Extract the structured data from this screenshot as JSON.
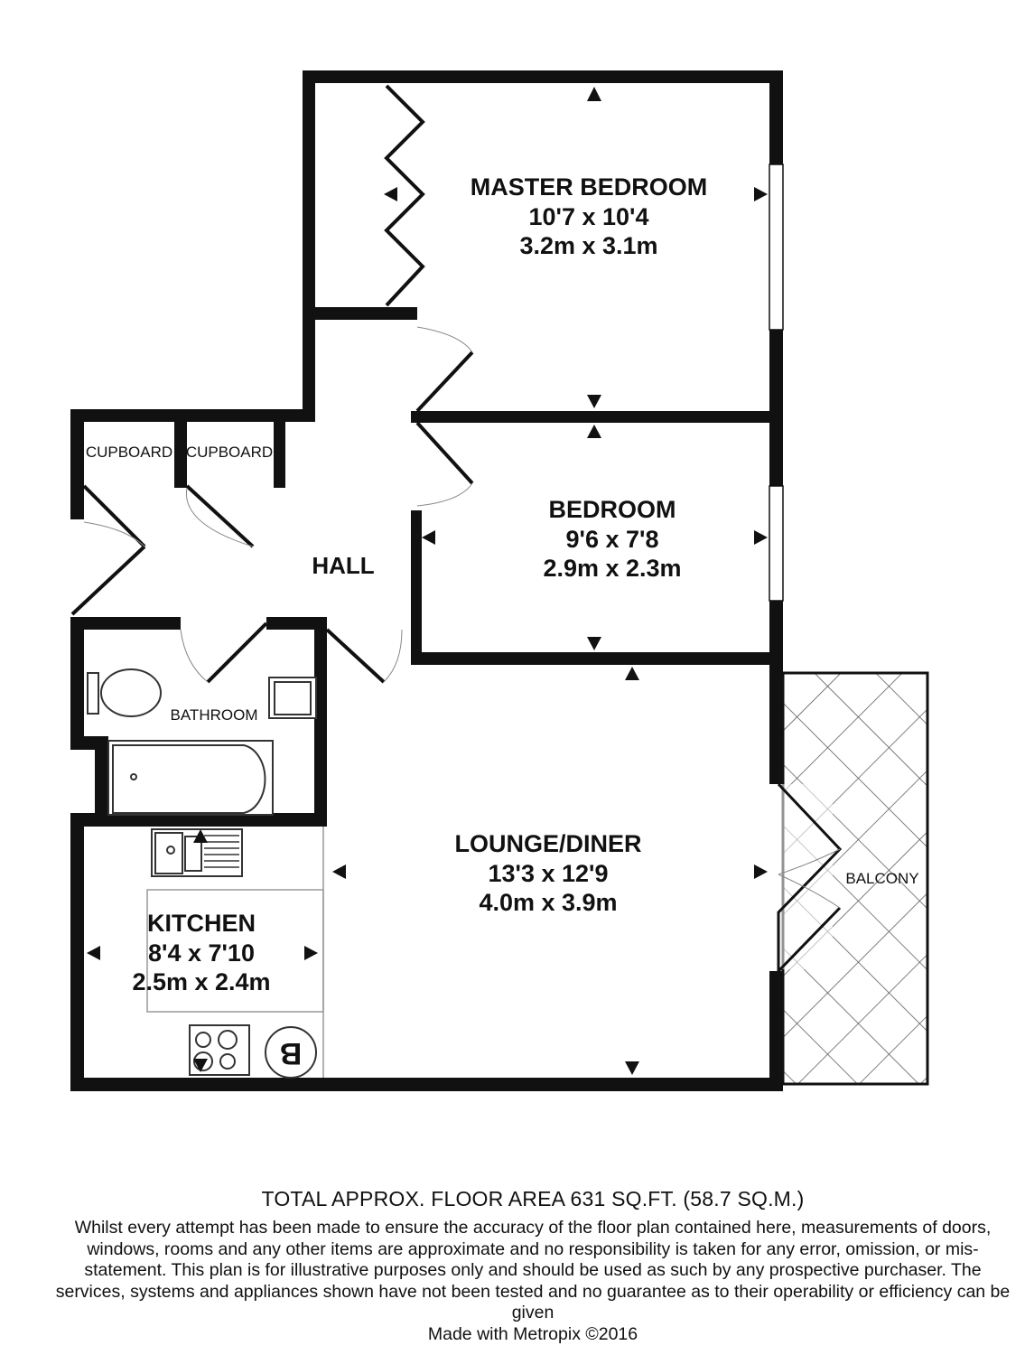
{
  "rooms": {
    "master_bedroom": {
      "name": "MASTER BEDROOM",
      "imperial": "10'7 x 10'4",
      "metric": "3.2m x 3.1m"
    },
    "bedroom": {
      "name": "BEDROOM",
      "imperial": "9'6 x 7'8",
      "metric": "2.9m x 2.3m"
    },
    "lounge": {
      "name": "LOUNGE/DINER",
      "imperial": "13'3 x 12'9",
      "metric": "4.0m x 3.9m"
    },
    "kitchen": {
      "name": "KITCHEN",
      "imperial": "8'4 x 7'10",
      "metric": "2.5m x 2.4m"
    },
    "hall": {
      "name": "HALL"
    },
    "bathroom": {
      "name": "BATHROOM"
    },
    "cupboard1": {
      "name": "CUPBOARD"
    },
    "cupboard2": {
      "name": "CUPBOARD"
    },
    "balcony": {
      "name": "BALCONY"
    },
    "boiler": {
      "label": "B"
    }
  },
  "footer": {
    "total": "TOTAL APPROX. FLOOR AREA 631 SQ.FT. (58.7 SQ.M.)",
    "disclaimer": "Whilst every attempt has been made to ensure the accuracy of the floor plan contained here, measurements of doors, windows, rooms and any other items are approximate and no responsibility is taken for any error, omission, or mis-statement. This plan is for illustrative purposes only and should be used as such by any prospective purchaser. The services, systems and appliances shown have not been tested and no guarantee as to their operability or efficiency can be given",
    "made_with": "Made with Metropix ©2016"
  },
  "colors": {
    "wall": "#111111",
    "fixture": "#333333",
    "hatch": "#555555"
  }
}
